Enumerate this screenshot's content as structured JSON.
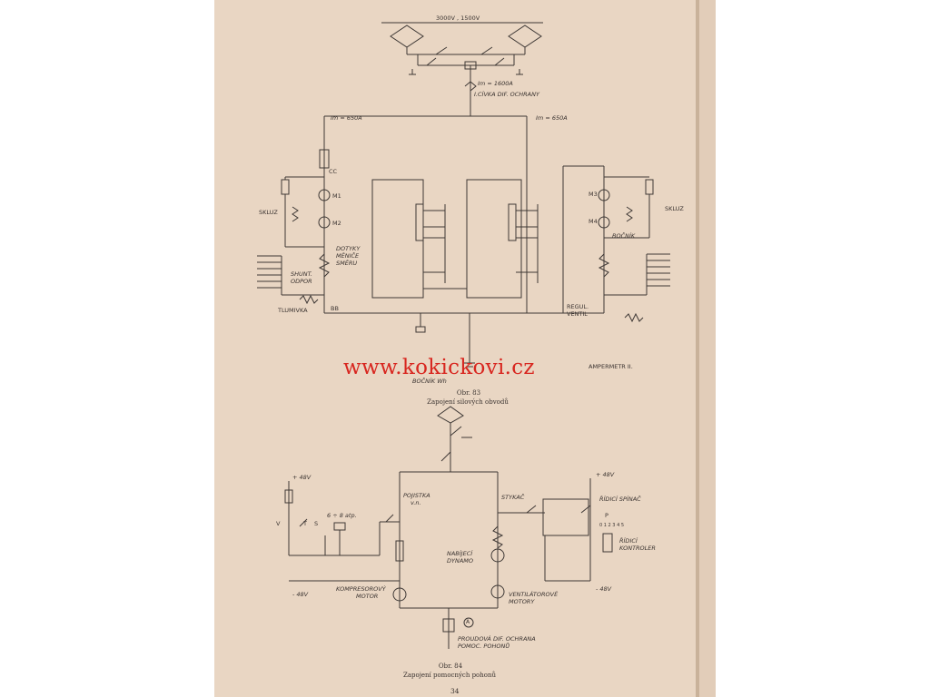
{
  "watermark": "www.kokickovi.cz",
  "page_number": "34",
  "figure83": {
    "caption_no": "Obr. 83",
    "caption": "Zapojení silových obvodů",
    "labels": {
      "voltage": "3000V , 1500V",
      "im1600": "Im = 1600A",
      "civka": "I.CÍVKA DIF. OCHRANY",
      "im650_left": "Im = 650A",
      "im650_right": "Im = 650A",
      "m1": "M1",
      "m2": "M2",
      "m3": "M3",
      "m4": "M4",
      "skluz_left": "SKLUZ",
      "skluz_right": "SKLUZ",
      "dotyky1": "DOTYKY",
      "dotyky2": "MĚNIČE",
      "dotyky3": "SMĚRU",
      "shunt1": "SHUNT.",
      "shunt2": "ODPOR",
      "tlumivka": "TLUMIVKA",
      "bb": "BB",
      "cc": "CC",
      "bocnik": "BOČNÍK",
      "regul1": "REGUL.",
      "regul2": "VENTIL",
      "ampermetr": "AMPERMETR II.",
      "bocnik_wh": "BOČNÍK Wh"
    }
  },
  "figure84": {
    "caption_no": "Obr. 84",
    "caption": "Zapojení pomocných pohonů",
    "labels": {
      "plus48_left": "+ 48V",
      "minus48_left": "- 48V",
      "plus48_right": "+ 48V",
      "minus48_right": "- 48V",
      "v": "V",
      "t": "T",
      "s": "S",
      "atp": "6 ÷ 8 atp.",
      "pojistka1": "POJISTKA",
      "pojistka2": "v.n.",
      "stykac": "STYKAČ",
      "ridici_spinac": "ŘÍDICÍ SPÍNAČ",
      "p": "P",
      "numbers": "0 1 2 3 4 5",
      "ridici_kontroler1": "ŘÍDICÍ",
      "ridici_kontroler2": "KONTROLER",
      "nabijeci1": "NABÍJECÍ",
      "nabijeci2": "DYNAMO",
      "kompresorovy1": "KOMPRESOROVÝ",
      "kompresorovy2": "MOTOR",
      "ventilatorove1": "VENTILÁTOROVÉ",
      "ventilatorove2": "MOTORY",
      "a": "A",
      "proudova1": "PROUDOVÁ DIF. OCHRANA",
      "proudova2": "POMOC. POHONŮ"
    }
  }
}
